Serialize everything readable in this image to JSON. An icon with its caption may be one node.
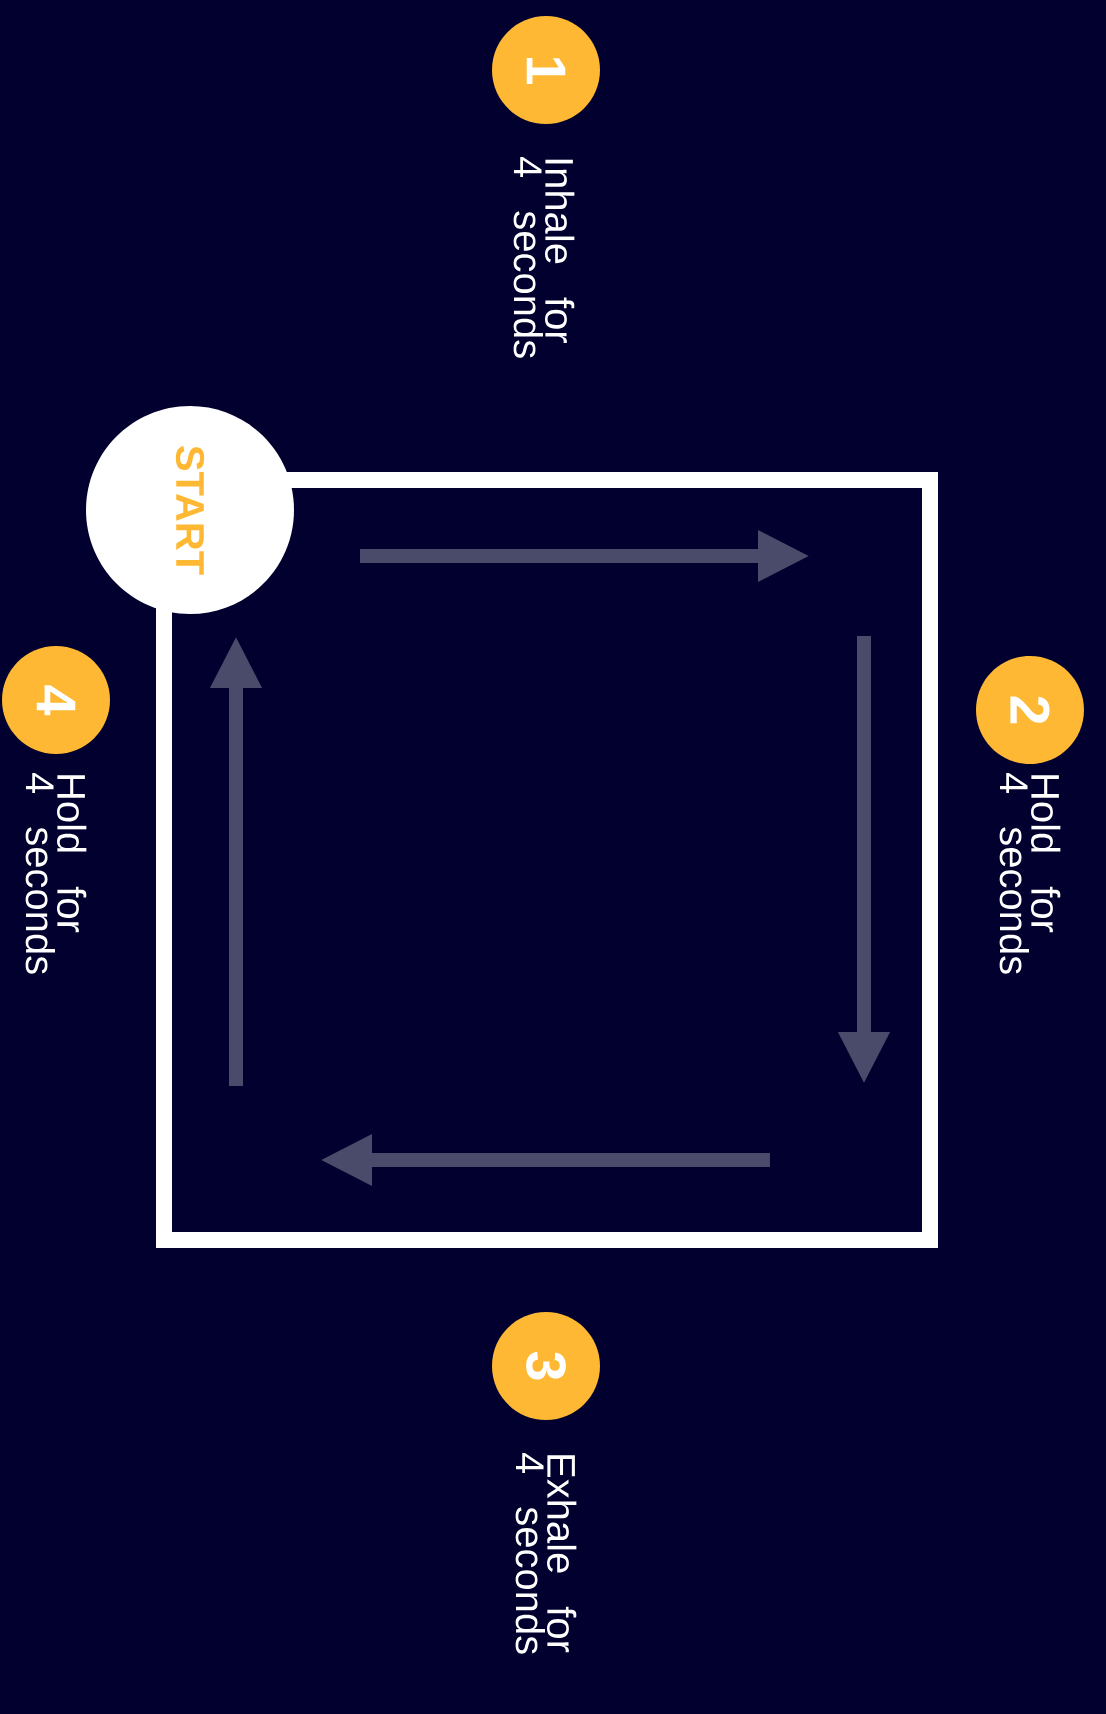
{
  "diagram": {
    "nodes": [
      {
        "text": [
          "START"
        ]
      },
      {
        "text": [
          "1"
        ],
        "beside": [
          "Inhale for 4 seconds"
        ]
      },
      {
        "text": [
          "2"
        ],
        "beside": [
          "Hold for 4 seconds"
        ]
      },
      {
        "text": [
          "3"
        ],
        "beside": [
          "Exhale for 4 seconds"
        ]
      },
      {
        "text": [
          "4"
        ],
        "beside": [
          "Hold for 4 seconds"
        ]
      }
    ]
  }
}
